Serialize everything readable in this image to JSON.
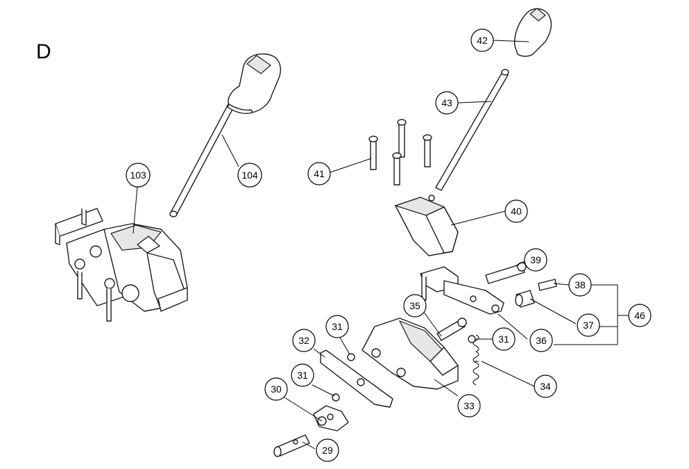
{
  "section_letter": "D",
  "callouts": [
    {
      "id": "c42",
      "label": "42"
    },
    {
      "id": "c43",
      "label": "43"
    },
    {
      "id": "c41",
      "label": "41"
    },
    {
      "id": "c40",
      "label": "40"
    },
    {
      "id": "c39",
      "label": "39"
    },
    {
      "id": "c38",
      "label": "38"
    },
    {
      "id": "c46",
      "label": "46"
    },
    {
      "id": "c37",
      "label": "37"
    },
    {
      "id": "c36",
      "label": "36"
    },
    {
      "id": "c35",
      "label": "35"
    },
    {
      "id": "c31a",
      "label": "31"
    },
    {
      "id": "c31b",
      "label": "31"
    },
    {
      "id": "c31c",
      "label": "31"
    },
    {
      "id": "c32",
      "label": "32"
    },
    {
      "id": "c34",
      "label": "34"
    },
    {
      "id": "c33",
      "label": "33"
    },
    {
      "id": "c30",
      "label": "30"
    },
    {
      "id": "c29",
      "label": "29"
    },
    {
      "id": "c103",
      "label": "103"
    },
    {
      "id": "c104",
      "label": "104"
    }
  ]
}
